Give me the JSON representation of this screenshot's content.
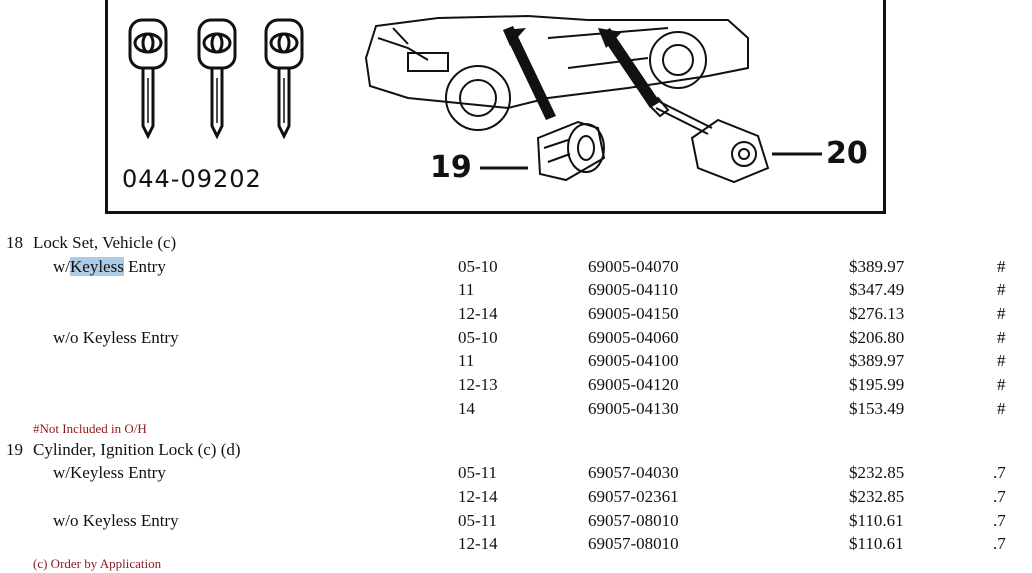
{
  "figure": {
    "code": "044-09202",
    "callout_19": "19",
    "callout_20": "20"
  },
  "sections": [
    {
      "num": "18",
      "title": "Lock Set, Vehicle (c)",
      "groups": [
        {
          "label_pre": "w/",
          "label_hl": "Keyless",
          "label_post": " Entry",
          "rows": [
            {
              "years": "05-10",
              "part": "69005-04070",
              "price": "$389.97",
              "mark": "#"
            },
            {
              "years": "11",
              "part": "69005-04110",
              "price": "$347.49",
              "mark": "#"
            },
            {
              "years": "12-14",
              "part": "69005-04150",
              "price": "$276.13",
              "mark": "#"
            }
          ]
        },
        {
          "label_pre": "w/o Keyless Entry",
          "label_hl": "",
          "label_post": "",
          "rows": [
            {
              "years": "05-10",
              "part": "69005-04060",
              "price": "$206.80",
              "mark": "#"
            },
            {
              "years": "11",
              "part": "69005-04100",
              "price": "$389.97",
              "mark": "#"
            },
            {
              "years": "12-13",
              "part": "69005-04120",
              "price": "$195.99",
              "mark": "#"
            },
            {
              "years": "14",
              "part": "69005-04130",
              "price": "$153.49",
              "mark": "#"
            }
          ]
        }
      ]
    },
    {
      "num": "19",
      "title": "Cylinder, Ignition Lock (c) (d)",
      "groups": [
        {
          "label_pre": "w/Keyless Entry",
          "label_hl": "",
          "label_post": "",
          "rows": [
            {
              "years": "05-11",
              "part": "69057-04030",
              "price": "$232.85",
              "mark": ".7"
            },
            {
              "years": "12-14",
              "part": "69057-02361",
              "price": "$232.85",
              "mark": ".7"
            }
          ]
        },
        {
          "label_pre": "w/o Keyless Entry",
          "label_hl": "",
          "label_post": "",
          "rows": [
            {
              "years": "05-11",
              "part": "69057-08010",
              "price": "$110.61",
              "mark": ".7"
            },
            {
              "years": "12-14",
              "part": "69057-08010",
              "price": "$110.61",
              "mark": ".7"
            }
          ]
        }
      ]
    }
  ],
  "notes": {
    "not_included": "#Not Included in O/H",
    "order_by": "(c) Order by Application"
  },
  "colors": {
    "note": "#8b1a1a",
    "highlight": "#aecbe6"
  }
}
